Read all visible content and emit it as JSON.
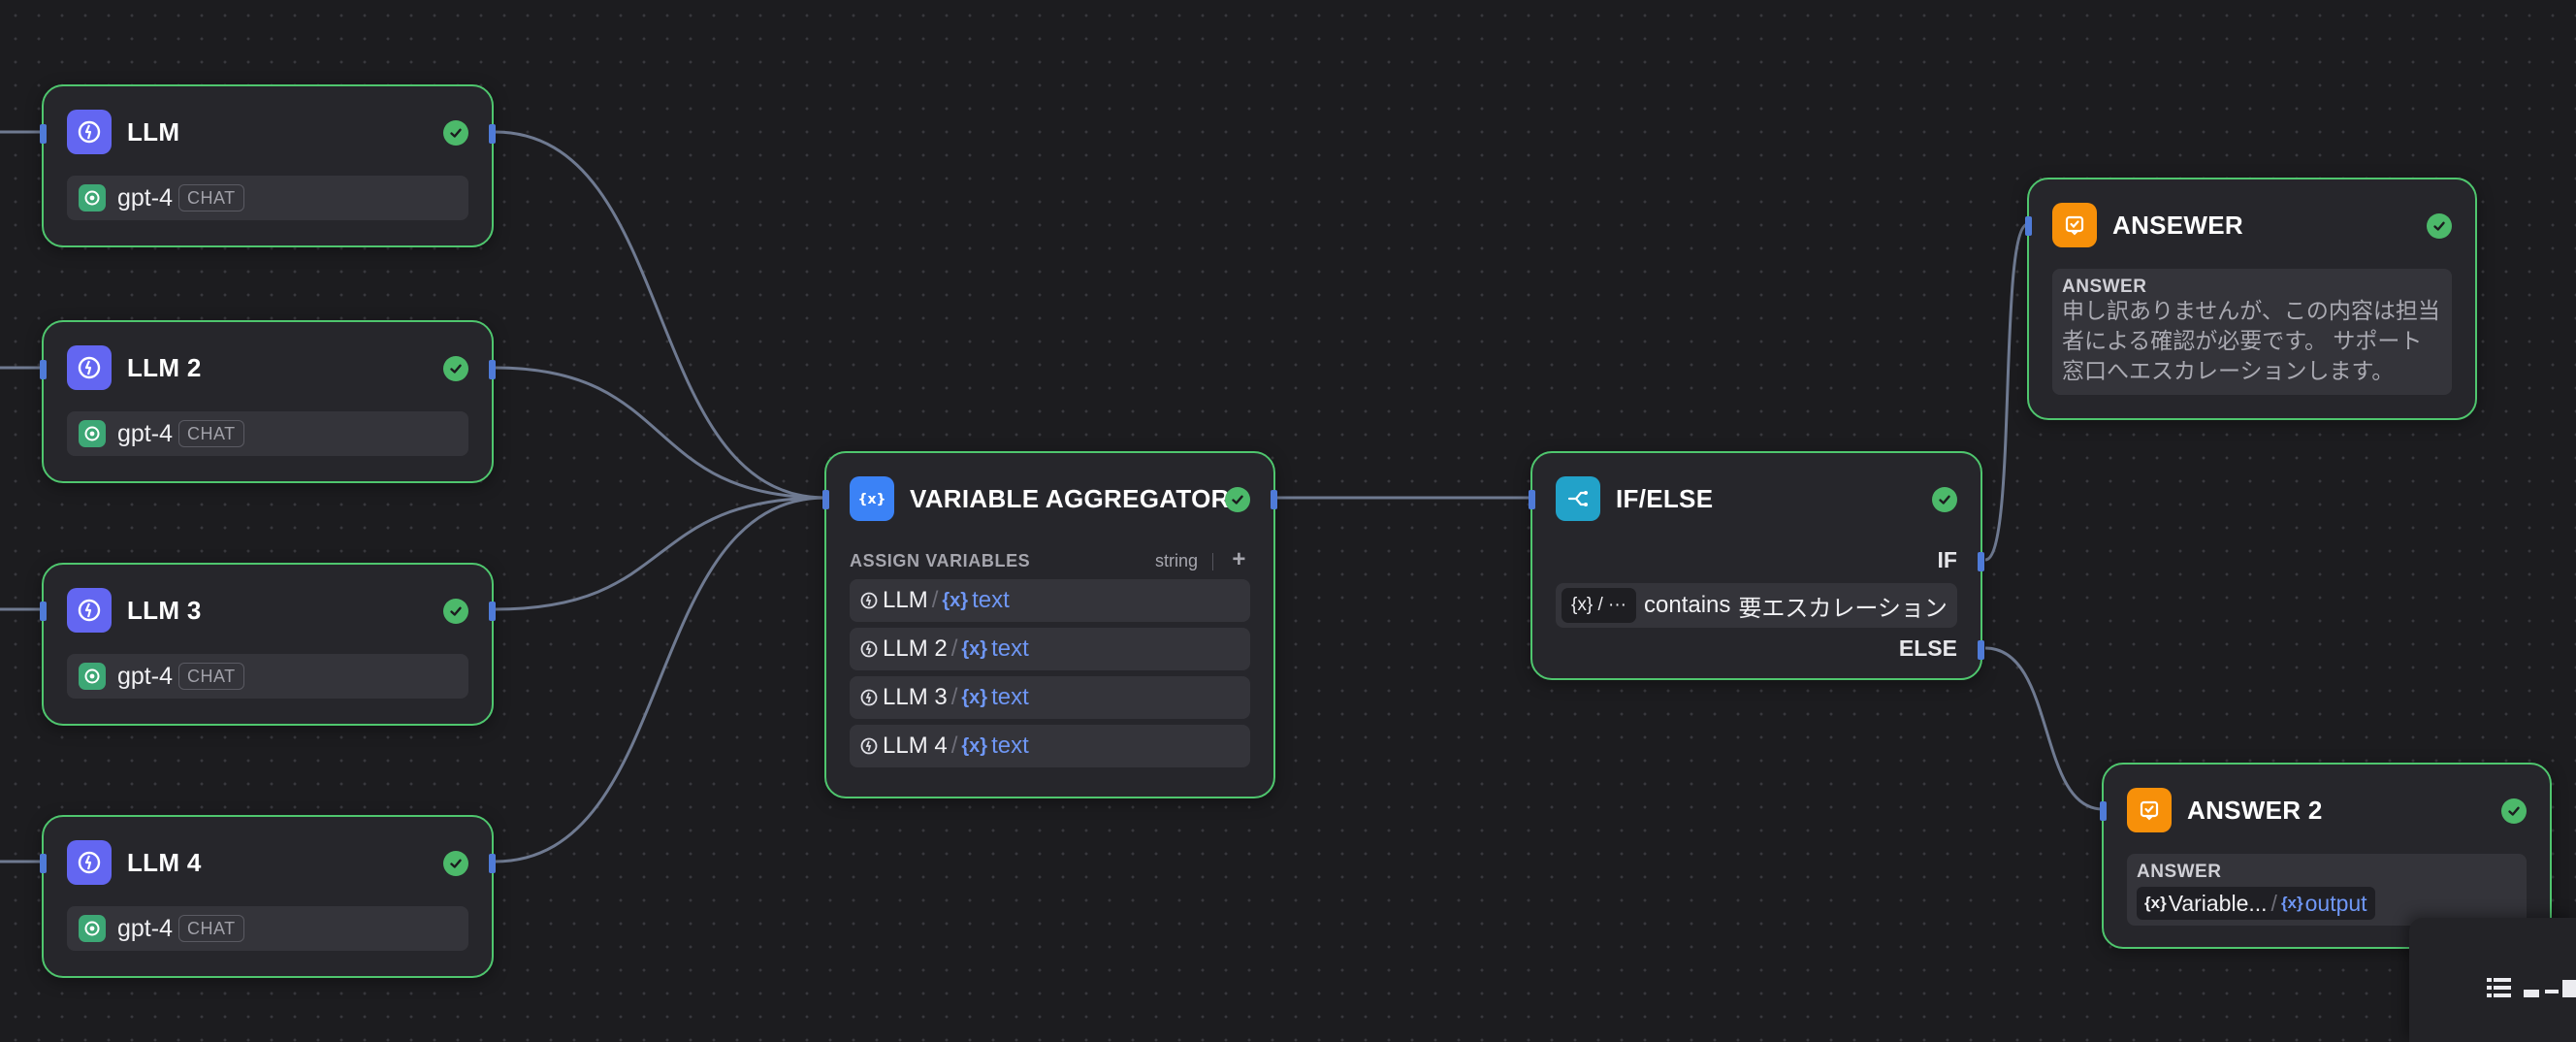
{
  "canvas": {
    "nodes": {
      "llm1": {
        "title": "LLM",
        "model": "gpt-4",
        "mode": "CHAT"
      },
      "llm2": {
        "title": "LLM 2",
        "model": "gpt-4",
        "mode": "CHAT"
      },
      "llm3": {
        "title": "LLM 3",
        "model": "gpt-4",
        "mode": "CHAT"
      },
      "llm4": {
        "title": "LLM 4",
        "model": "gpt-4",
        "mode": "CHAT"
      },
      "aggregator": {
        "title": "VARIABLE AGGREGATOR",
        "section_label": "ASSIGN VARIABLES",
        "type_label": "string",
        "add_label": "+",
        "variables": [
          {
            "node": "LLM",
            "var_icon": "{x}",
            "var": "text"
          },
          {
            "node": "LLM 2",
            "var_icon": "{x}",
            "var": "text"
          },
          {
            "node": "LLM 3",
            "var_icon": "{x}",
            "var": "text"
          },
          {
            "node": "LLM 4",
            "var_icon": "{x}",
            "var": "text"
          }
        ]
      },
      "ifelse": {
        "title": "IF/ELSE",
        "if_label": "IF",
        "else_label": "ELSE",
        "condition": {
          "var_chip": "{x} / ···",
          "operator": "contains",
          "value": "要エスカレーション"
        }
      },
      "answer1": {
        "title": "ANSEWER",
        "answer_label": "ANSWER",
        "answer_text": "申し訳ありませんが、この内容は担当者による確認が必要です。 サポート窓口へエスカレーションします。"
      },
      "answer2": {
        "title": "ANSWER 2",
        "answer_label": "ANSWER",
        "ref_icon": "{x}",
        "ref_node": "Variable...",
        "ref_var_icon": "{x}",
        "ref_var": "output"
      }
    }
  },
  "colors": {
    "llm_icon": "#6366f1",
    "aggregator_icon": "#3b82f6",
    "ifelse_icon": "#22a2c9",
    "answer_icon": "#f79009",
    "success": "#4cb96a",
    "node_border": "#4fc66e",
    "edge": "#6f7a91",
    "handle": "#4f7bd8"
  }
}
